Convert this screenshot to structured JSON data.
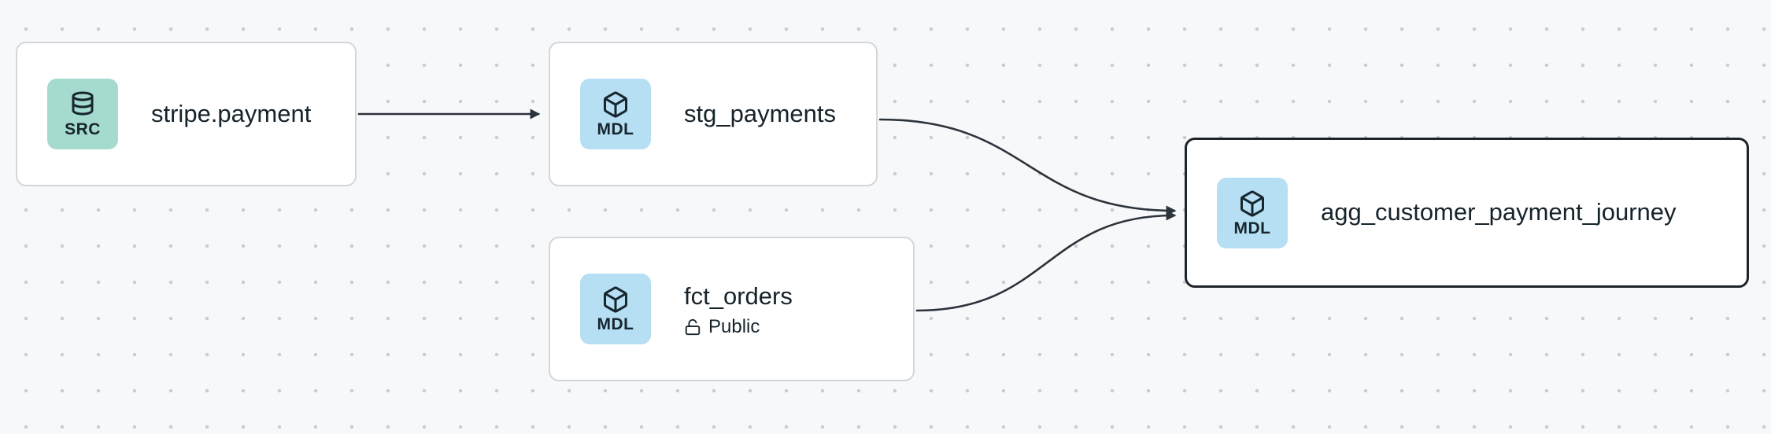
{
  "canvas": {
    "background_color": "#f7f8fa",
    "dot_color": "#c9cdd3"
  },
  "nodes": [
    {
      "id": "stripe.payment",
      "label": "stripe.payment",
      "type": "source",
      "badge": {
        "label": "SRC",
        "icon": "database-icon",
        "color": "#a5dacf"
      },
      "selected": false
    },
    {
      "id": "stg_payments",
      "label": "stg_payments",
      "type": "model",
      "badge": {
        "label": "MDL",
        "icon": "cube-icon",
        "color": "#b6dff3"
      },
      "selected": false
    },
    {
      "id": "fct_orders",
      "label": "fct_orders",
      "type": "model",
      "visibility": "Public",
      "badge": {
        "label": "MDL",
        "icon": "cube-icon",
        "color": "#b6dff3"
      },
      "selected": false
    },
    {
      "id": "agg_customer_payment_journey",
      "label": "agg_customer_payment_journey",
      "type": "model",
      "badge": {
        "label": "MDL",
        "icon": "cube-icon",
        "color": "#b6dff3"
      },
      "selected": true
    }
  ],
  "edges": [
    {
      "from": "stripe.payment",
      "to": "stg_payments"
    },
    {
      "from": "stg_payments",
      "to": "agg_customer_payment_journey"
    },
    {
      "from": "fct_orders",
      "to": "agg_customer_payment_journey"
    }
  ],
  "edge_color": "#2b333b"
}
